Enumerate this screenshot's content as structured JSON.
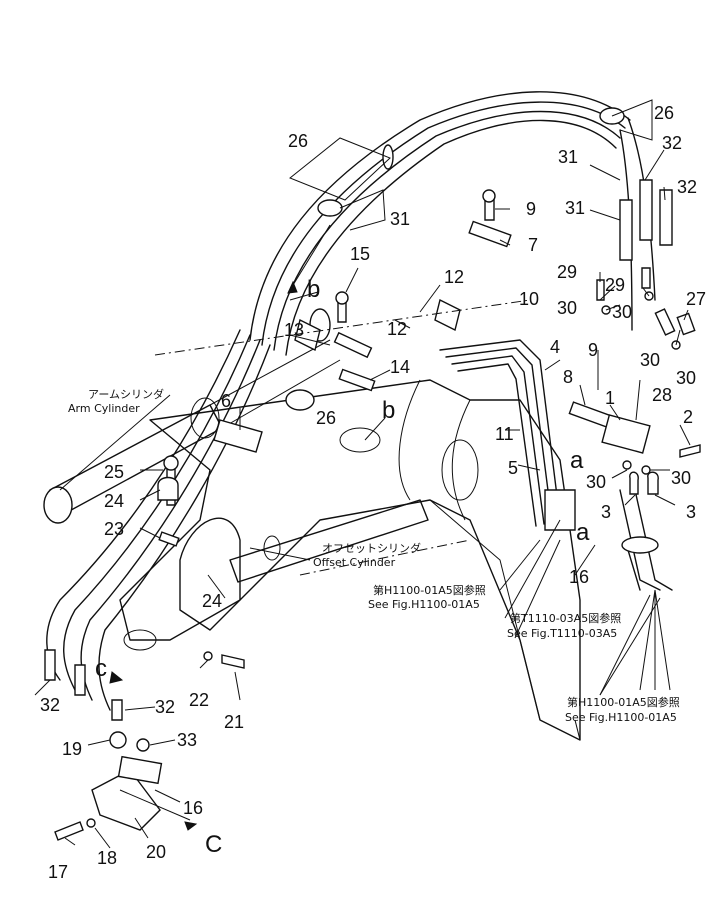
{
  "diagram": {
    "parts": [
      {
        "id": "p26a",
        "label": "26"
      },
      {
        "id": "p26b",
        "label": "26"
      },
      {
        "id": "p26c",
        "label": "26"
      },
      {
        "id": "p32a",
        "label": "32"
      },
      {
        "id": "p32b",
        "label": "32"
      },
      {
        "id": "p32c",
        "label": "32"
      },
      {
        "id": "p32d",
        "label": "32"
      },
      {
        "id": "p31a",
        "label": "31"
      },
      {
        "id": "p31b",
        "label": "31"
      },
      {
        "id": "p31c",
        "label": "31"
      },
      {
        "id": "p9a",
        "label": "9"
      },
      {
        "id": "p9b",
        "label": "9"
      },
      {
        "id": "p7",
        "label": "7"
      },
      {
        "id": "p15",
        "label": "15"
      },
      {
        "id": "p12a",
        "label": "12"
      },
      {
        "id": "p12b",
        "label": "12"
      },
      {
        "id": "p10",
        "label": "10"
      },
      {
        "id": "p29a",
        "label": "29"
      },
      {
        "id": "p29b",
        "label": "29"
      },
      {
        "id": "p30a",
        "label": "30"
      },
      {
        "id": "p30b",
        "label": "30"
      },
      {
        "id": "p30c",
        "label": "30"
      },
      {
        "id": "p30d",
        "label": "30"
      },
      {
        "id": "p30e",
        "label": "30"
      },
      {
        "id": "p30f",
        "label": "30"
      },
      {
        "id": "p27",
        "label": "27"
      },
      {
        "id": "p13",
        "label": "13"
      },
      {
        "id": "p4",
        "label": "4"
      },
      {
        "id": "p14",
        "label": "14"
      },
      {
        "id": "p8",
        "label": "8"
      },
      {
        "id": "p28",
        "label": "28"
      },
      {
        "id": "p6",
        "label": "6"
      },
      {
        "id": "p1",
        "label": "1"
      },
      {
        "id": "p2",
        "label": "2"
      },
      {
        "id": "p11",
        "label": "11"
      },
      {
        "id": "p5",
        "label": "5"
      },
      {
        "id": "p3a",
        "label": "3"
      },
      {
        "id": "p3b",
        "label": "3"
      },
      {
        "id": "p25",
        "label": "25"
      },
      {
        "id": "p24a",
        "label": "24"
      },
      {
        "id": "p24b",
        "label": "24"
      },
      {
        "id": "p23",
        "label": "23"
      },
      {
        "id": "p16a",
        "label": "16"
      },
      {
        "id": "p16b",
        "label": "16"
      },
      {
        "id": "p22",
        "label": "22"
      },
      {
        "id": "p21",
        "label": "21"
      },
      {
        "id": "p19",
        "label": "19"
      },
      {
        "id": "p33",
        "label": "33"
      },
      {
        "id": "p17",
        "label": "17"
      },
      {
        "id": "p18",
        "label": "18"
      },
      {
        "id": "p20",
        "label": "20"
      }
    ],
    "markers": [
      {
        "id": "mb1",
        "label": "b"
      },
      {
        "id": "mb2",
        "label": "b"
      },
      {
        "id": "ma1",
        "label": "a"
      },
      {
        "id": "ma2",
        "label": "a"
      },
      {
        "id": "mc1",
        "label": "c"
      },
      {
        "id": "mc2",
        "label": "C"
      }
    ],
    "notes": {
      "arm_jp": "アームシリンダ",
      "arm_en": "Arm Cylinder",
      "offset_jp": "オフセットシリンダ",
      "offset_en": "Offset Cylinder",
      "ref1_jp": "第H1100-01A5図参照",
      "ref1_en": "See Fig.H1100-01A5",
      "ref2_jp": "第T1110-03A5図参照",
      "ref2_en": "See Fig.T1110-03A5",
      "ref3_jp": "第H1100-01A5図参照",
      "ref3_en": "See Fig.H1100-01A5"
    }
  }
}
